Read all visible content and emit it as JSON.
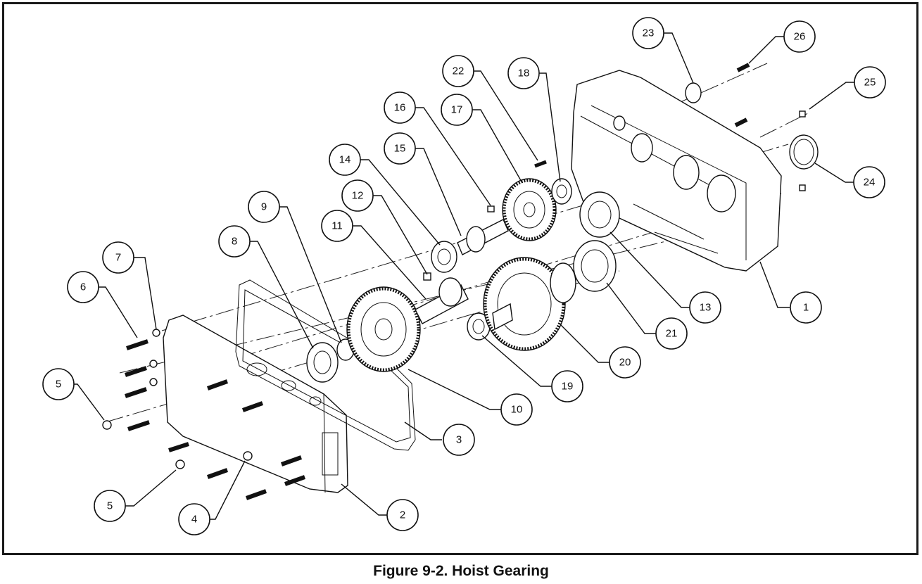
{
  "figure": {
    "caption": "Figure 9-2. Hoist Gearing"
  },
  "callouts": [
    {
      "label": "1"
    },
    {
      "label": "2"
    },
    {
      "label": "3"
    },
    {
      "label": "4"
    },
    {
      "label": "5"
    },
    {
      "label": "5"
    },
    {
      "label": "6"
    },
    {
      "label": "7"
    },
    {
      "label": "8"
    },
    {
      "label": "9"
    },
    {
      "label": "10"
    },
    {
      "label": "11"
    },
    {
      "label": "12"
    },
    {
      "label": "13"
    },
    {
      "label": "14"
    },
    {
      "label": "15"
    },
    {
      "label": "16"
    },
    {
      "label": "17"
    },
    {
      "label": "18"
    },
    {
      "label": "19"
    },
    {
      "label": "20"
    },
    {
      "label": "21"
    },
    {
      "label": "22"
    },
    {
      "label": "23"
    },
    {
      "label": "24"
    },
    {
      "label": "25"
    },
    {
      "label": "26"
    }
  ]
}
